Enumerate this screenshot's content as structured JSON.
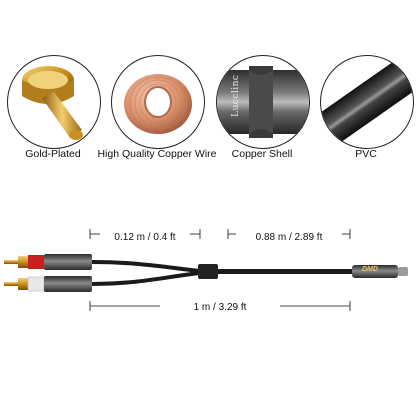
{
  "features": [
    {
      "label": "Gold-Plated",
      "icon": "gold-plated-pin-icon"
    },
    {
      "label": "High Quality Copper Wire",
      "icon": "copper-wire-coil-icon"
    },
    {
      "label": "Copper Shell",
      "icon": "copper-shell-icon",
      "brand_text": "Lucclinc"
    },
    {
      "label": "PVC",
      "icon": "pvc-cable-icon"
    }
  ],
  "dimensions": {
    "rca_split": "0.12 m / 0.4 ft",
    "main_cable": "0.88 m / 2.89 ft",
    "total": "1 m / 3.29 ft"
  },
  "plug_brand": "DMD",
  "colors": {
    "gold": "#d4a02a",
    "copper": "#d98e6a",
    "red_ring": "#c8201c",
    "white_ring": "#e8e8e8",
    "shell": "#5c5c5c",
    "cable": "#1a1a1a"
  }
}
